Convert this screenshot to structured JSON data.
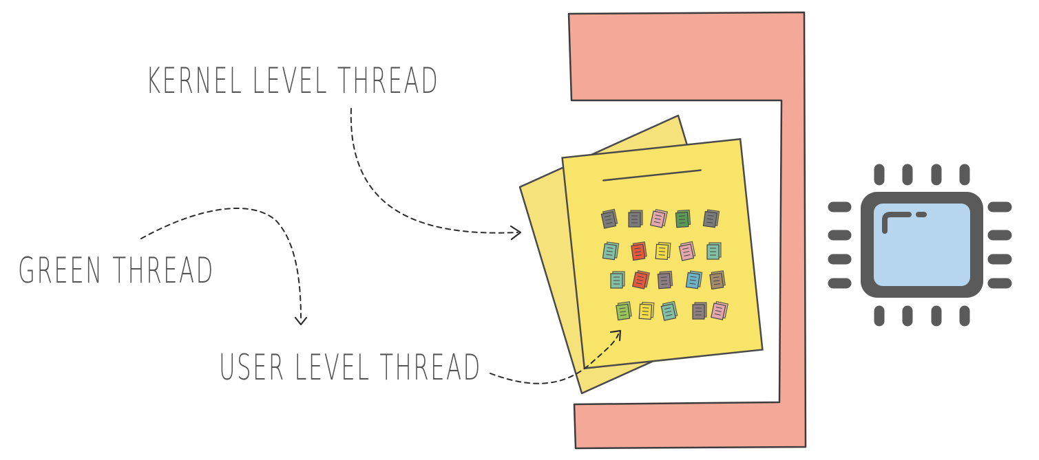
{
  "labels": {
    "kernel": "KERNEL LEVEL THREAD",
    "green": "GREEN THREAD",
    "user": "USER LEVEL THREAD"
  },
  "colors": {
    "text": "#545454",
    "process_bracket": "#f4a898",
    "paper": "#f9e46a",
    "cpu_body": "#5a5a5a",
    "cpu_die": "#b6d5ef",
    "mini_threads": [
      "#7b7b7b",
      "#e2a6ad",
      "#5b9a56",
      "#82bfa5",
      "#e45a3f",
      "#f2dc4a",
      "#6fb2c8",
      "#a48a6d",
      "#9bc45a",
      "#8e7e82"
    ]
  },
  "icons": [
    "process-bracket",
    "paper-sheets",
    "mini-document-icon",
    "cpu-chip-icon",
    "dashed-arrow"
  ]
}
